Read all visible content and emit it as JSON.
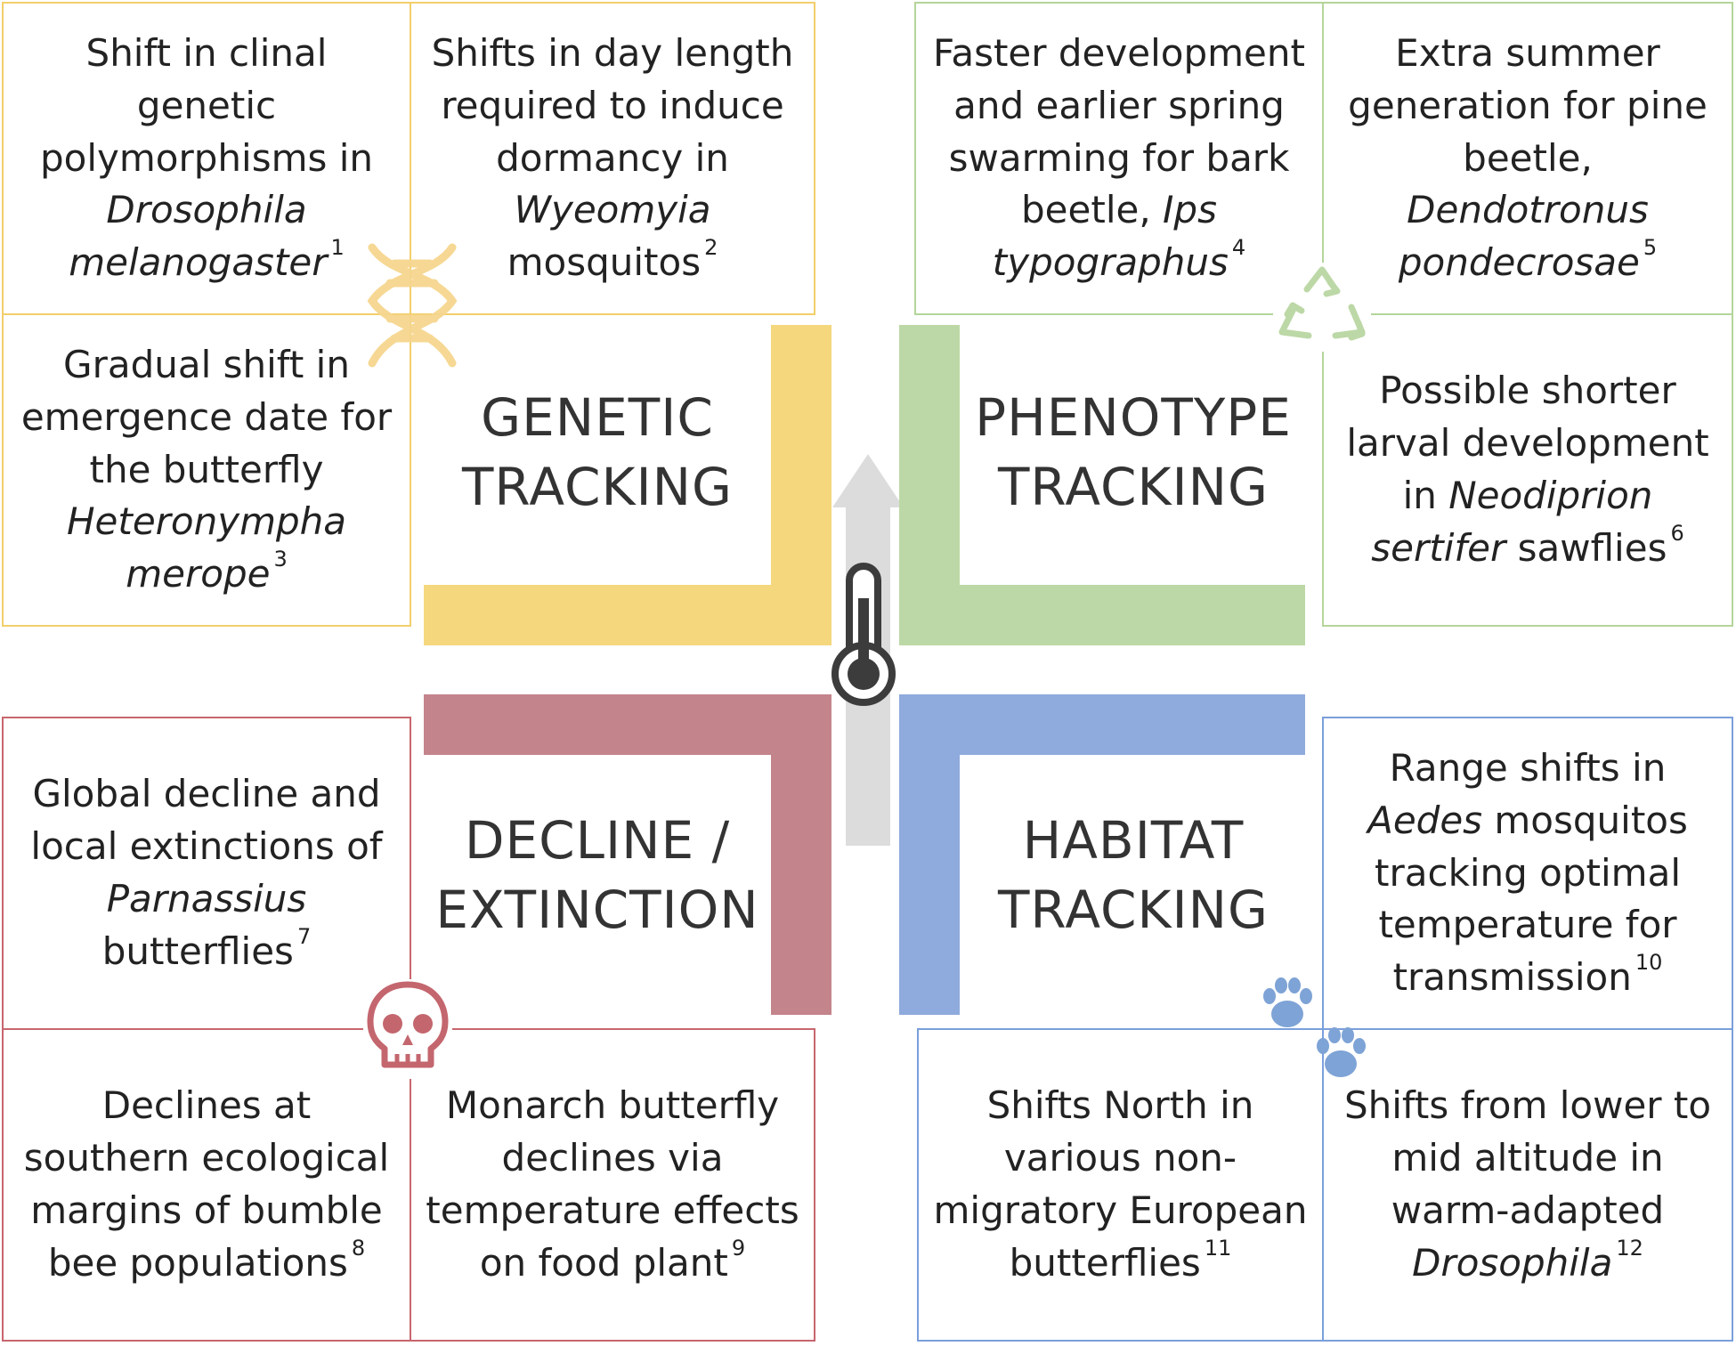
{
  "quadrants": {
    "genetic": {
      "title_line1": "GENETIC",
      "title_line2": "TRACKING",
      "items": [
        {
          "parts": [
            {
              "t": "Shift in clinal genetic polymorphisms in "
            },
            {
              "t": "Drosophila melanogaster",
              "i": true
            }
          ],
          "ref": "1"
        },
        {
          "parts": [
            {
              "t": "Shifts in day length required to induce dormancy in "
            },
            {
              "t": "Wyeomyia",
              "i": true
            },
            {
              "t": " mosquitos"
            }
          ],
          "ref": "2"
        },
        {
          "parts": [
            {
              "t": "Gradual shift in emergence date for the butterfly "
            },
            {
              "t": "Heteronympha merope",
              "i": true
            }
          ],
          "ref": "3"
        }
      ],
      "color": "#f5d77e",
      "icon": "dna-icon"
    },
    "phenotype": {
      "title_line1": "PHENOTYPE",
      "title_line2": "TRACKING",
      "items": [
        {
          "parts": [
            {
              "t": "Faster development and earlier spring swarming for bark beetle, "
            },
            {
              "t": "Ips typographus",
              "i": true
            }
          ],
          "ref": "4"
        },
        {
          "parts": [
            {
              "t": "Extra summer generation for pine beetle, "
            },
            {
              "t": "Dendotronus pondecrosae",
              "i": true
            }
          ],
          "ref": "5"
        },
        {
          "parts": [
            {
              "t": "Possible shorter larval development in "
            },
            {
              "t": "Neodiprion sertifer",
              "i": true
            },
            {
              "t": " sawflies"
            }
          ],
          "ref": "6"
        }
      ],
      "color": "#bcd8a6",
      "icon": "recycle-icon"
    },
    "decline": {
      "title_line1": "DECLINE /",
      "title_line2": "EXTINCTION",
      "items": [
        {
          "parts": [
            {
              "t": "Global decline and local extinctions of "
            },
            {
              "t": "Parnassius",
              "i": true
            },
            {
              "t": " butterflies"
            }
          ],
          "ref": "7"
        },
        {
          "parts": [
            {
              "t": "Declines at southern ecological margins of bumble bee populations"
            }
          ],
          "ref": "8"
        },
        {
          "parts": [
            {
              "t": "Monarch butterfly declines via temperature effects on food plant"
            }
          ],
          "ref": "9"
        }
      ],
      "color": "#c4848b",
      "icon": "skull-icon"
    },
    "habitat": {
      "title_line1": "HABITAT",
      "title_line2": "TRACKING",
      "items": [
        {
          "parts": [
            {
              "t": "Range shifts in "
            },
            {
              "t": "Aedes",
              "i": true
            },
            {
              "t": " mosquitos tracking optimal temperature for transmission"
            }
          ],
          "ref": "10"
        },
        {
          "parts": [
            {
              "t": "Shifts North in various non-migratory European butterflies"
            }
          ],
          "ref": "11"
        },
        {
          "parts": [
            {
              "t": "Shifts from lower to mid altitude in warm-adapted "
            },
            {
              "t": "Drosophila",
              "i": true
            }
          ],
          "ref": "12"
        }
      ],
      "color": "#8faadc",
      "icon": "paw-icon"
    }
  },
  "center": {
    "icon": "thermometer-icon",
    "arrow_color": "#dcdcdc"
  }
}
